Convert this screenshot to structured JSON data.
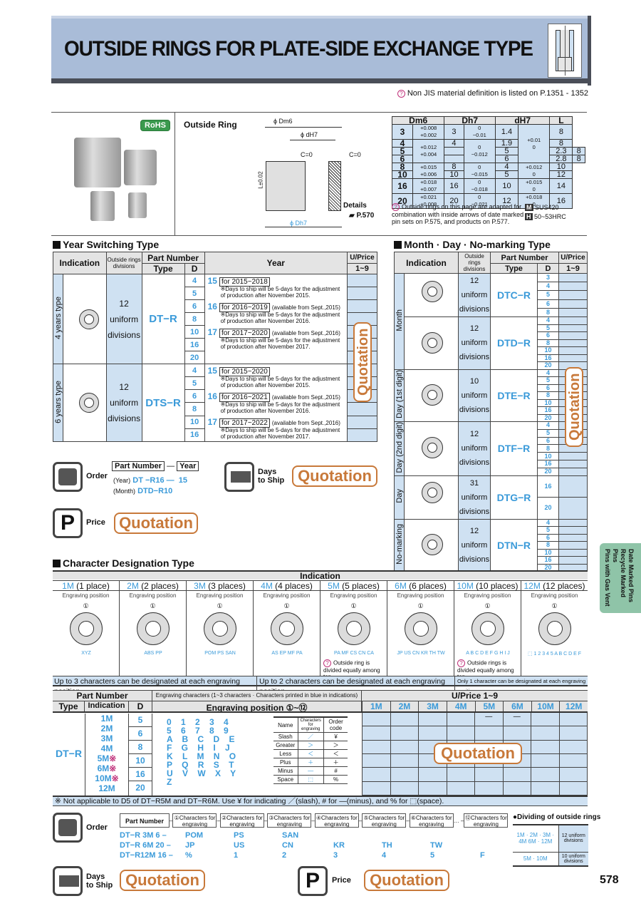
{
  "header": {
    "title": "OUTSIDE RINGS FOR PLATE-SIDE EXCHANGE TYPE",
    "material_note": "Non JIS material definition is listed on P.1351 - 1352"
  },
  "product": {
    "rohs_badge": "RoHS",
    "name": "Outside Ring",
    "diagram_labels": {
      "dm6": "ϕ Dm6",
      "dh7_top": "ϕ dH7",
      "c0_left": "C=0",
      "c0_right": "C=0",
      "length": "L±0.02",
      "dh7_bottom": "ϕ Dh7"
    },
    "details_label": "Details",
    "details_page": "P.570"
  },
  "dimension_table": {
    "headers": [
      "Dm6",
      "Dh7",
      "dH7",
      "L"
    ],
    "rows": [
      {
        "D": "3",
        "Dtol": "+0.008 / +0.002",
        "Dh": "3",
        "Dhtol": "0 / −0.01",
        "d": "1.4",
        "dtol": "+0.01 / 0",
        "L": "8"
      },
      {
        "D": "4",
        "Dtol": "+0.012 / +0.004",
        "Dh": "4",
        "Dhtol": "0 / −0.012",
        "d": "1.9",
        "dtol": "",
        "L": "8"
      },
      {
        "D": "5",
        "Dtol": "",
        "Dh": "5",
        "Dhtol": "",
        "d": "2.3",
        "dtol": "",
        "L": "8"
      },
      {
        "D": "6",
        "Dtol": "",
        "Dh": "6",
        "Dhtol": "",
        "d": "2.8",
        "dtol": "",
        "L": "8"
      },
      {
        "D": "8",
        "Dtol": "+0.015 / +0.006",
        "Dh": "8",
        "Dhtol": "0 / −0.015",
        "d": "4",
        "dtol": "+0.012 / 0",
        "L": "10"
      },
      {
        "D": "10",
        "Dtol": "",
        "Dh": "10",
        "Dhtol": "",
        "d": "5",
        "dtol": "",
        "L": "12"
      },
      {
        "D": "16",
        "Dtol": "+0.018 / +0.007",
        "Dh": "16",
        "Dhtol": "0 / −0.018",
        "d": "10",
        "dtol": "+0.015 / 0",
        "L": "14"
      },
      {
        "D": "20",
        "Dtol": "+0.021 / +0.008",
        "Dh": "20",
        "Dhtol": "0 / −0.021",
        "d": "12",
        "dtol": "+0.018 / 0",
        "L": "16"
      }
    ],
    "note": "Outside rings on this page are adapted for combination with inside arrows of date marked pin sets on P.575, and products on P.577.",
    "material": "SUS420",
    "hardness": "50~53HRC"
  },
  "year_switching": {
    "heading": "Year Switching Type",
    "headers": {
      "indication": "Indication",
      "divisions": "Outside rings divisions",
      "part_number": "Part Number",
      "type": "Type",
      "d": "D",
      "year": "Year",
      "uprice": "U/Price",
      "qty": "1~9"
    },
    "groups": [
      {
        "label": "4 years type",
        "divisions": [
          "12",
          "uniform",
          "divisions"
        ],
        "type": "DT−R",
        "d": [
          "4",
          "5",
          "6",
          "8",
          "10",
          "16",
          "20"
        ],
        "years": [
          {
            "code": "15",
            "range": "for 2015~2018",
            "avail": "",
            "note": "※Days to ship will be 5-days for the adjustment of production after November 2015."
          },
          {
            "code": "16",
            "range": "for 2016~2019",
            "avail": "(available from Sept.,2015)",
            "note": "※Days to ship will be 5-days for the adjustment of production after November 2016."
          },
          {
            "code": "17",
            "range": "for 2017~2020",
            "avail": "(available from Sept.,2016)",
            "note": "※Days to ship will be 5-days for the adjustment of production after November 2017."
          }
        ]
      },
      {
        "label": "6 years type",
        "divisions": [
          "12",
          "uniform",
          "divisions"
        ],
        "type": "DTS−R",
        "d": [
          "4",
          "5",
          "6",
          "8",
          "10",
          "16"
        ],
        "years": [
          {
            "code": "15",
            "range": "for 2015~2020",
            "avail": "",
            "note": "※Days to ship will be 5-days for the adjustment of production after November 2015."
          },
          {
            "code": "16",
            "range": "for 2016~2021",
            "avail": "(available from Sept.,2015)",
            "note": "※Days to ship will be 5-days for the adjustment of production after November 2016."
          },
          {
            "code": "17",
            "range": "for 2017~2022",
            "avail": "(available from Sept.,2016)",
            "note": "※Days to ship will be 5-days for the adjustment of production after November 2017."
          }
        ]
      }
    ],
    "quotation": "Quotation"
  },
  "order_section": {
    "order_label": "Order",
    "pn_box": "Part Number",
    "dash": "—",
    "year_box": "Year",
    "ex1_prefix": "(Year)",
    "ex1": "DT −R16 —  15",
    "ex2_prefix": "(Month)",
    "ex2": "DTD−R10",
    "days_label_1": "Days",
    "days_label_2": "to Ship",
    "days_value": "Quotation",
    "price_label": "Price",
    "price_value": "Quotation"
  },
  "month_day": {
    "heading": "Month · Day · No-marking Type",
    "headers": {
      "indication": "Indication",
      "divisions": "Outside rings divisions",
      "part_number": "Part Number",
      "type": "Type",
      "d": "D",
      "uprice": "U/Price",
      "qty": "1~9"
    },
    "rows": [
      {
        "label": "Month",
        "divisions": "12 uniform divisions",
        "type": "DTC−R",
        "d": [
          "3",
          "4",
          "5",
          "6",
          "8"
        ]
      },
      {
        "label": "",
        "divisions": "12 uniform divisions",
        "type": "DTD−R",
        "d": [
          "4",
          "5",
          "6",
          "8",
          "10",
          "16",
          "20"
        ]
      },
      {
        "label": "Day (1st digit)",
        "divisions": "10 uniform divisions",
        "type": "DTE−R",
        "d": [
          "4",
          "5",
          "6",
          "8",
          "10",
          "16",
          "20"
        ]
      },
      {
        "label": "Day (2nd digit)",
        "divisions": "12 uniform divisions",
        "type": "DTF−R",
        "d": [
          "4",
          "5",
          "6",
          "8",
          "10",
          "16",
          "20"
        ]
      },
      {
        "label": "Day",
        "divisions": "31 uniform divisions",
        "type": "DTG−R",
        "d": [
          "16",
          "20"
        ]
      },
      {
        "label": "No-marking",
        "divisions": "12 uniform divisions",
        "type": "DTN−R",
        "d": [
          "4",
          "5",
          "6",
          "8",
          "10",
          "16",
          "20"
        ]
      }
    ],
    "quotation": "Quotation"
  },
  "side_tab": {
    "lines": [
      "Date Marked Pins",
      "Recycle Marked Pins",
      "Pins with Gas Vent"
    ]
  },
  "character_designation": {
    "heading": "Character Designation Type",
    "indication_header": "Indication",
    "engraving_position": "Engraving position",
    "columns": [
      {
        "code": "1M",
        "places": "(1 place)",
        "chars": [
          "XYZ"
        ]
      },
      {
        "code": "2M",
        "places": "(2 places)",
        "chars": [
          "ABS",
          "PP"
        ]
      },
      {
        "code": "3M",
        "places": "(3 places)",
        "chars": [
          "POM",
          "PS",
          "SAN"
        ]
      },
      {
        "code": "4M",
        "places": "(4 places)",
        "chars": [
          "AS",
          "EP",
          "MF",
          "PA"
        ]
      },
      {
        "code": "5M",
        "places": "(5 places)",
        "chars": [
          "PA",
          "MF",
          "CS",
          "CN",
          "CA"
        ],
        "note": "Outside ring is divided equally among ten."
      },
      {
        "code": "6M",
        "places": "(6 places)",
        "chars": [
          "JP",
          "US",
          "CN",
          "KR",
          "TH",
          "TW"
        ]
      },
      {
        "code": "10M",
        "places": "(10 places)",
        "chars": [
          "A",
          "B",
          "C",
          "D",
          "E",
          "F",
          "G",
          "H",
          "I",
          "J"
        ],
        "note": "Outside rings is divided equally among ten."
      },
      {
        "code": "12M",
        "places": "(12 places)",
        "chars": [
          "⬚",
          "1",
          "2",
          "3",
          "4",
          "5",
          "A",
          "B",
          "C",
          "D",
          "E",
          "F"
        ]
      }
    ],
    "footer": [
      "Up to 3 characters can be designated at each engraving position.",
      "Up to 2 characters can be designated at each engraving position.",
      "Only 1 character can be designated at each engraving position."
    ]
  },
  "engraving_table": {
    "headers": {
      "part_number": "Part Number",
      "type": "Type",
      "indication": "Indication",
      "d": "D",
      "engraving_chars": "Engraving characters (1~3 characters · Characters printed in blue in indications)",
      "engraving_pos": "Engraving position ①~⑫",
      "uprice": "U/Price  1~9"
    },
    "type": "DT−R",
    "indications": [
      "1M",
      "2M",
      "3M",
      "4M",
      "5M※",
      "6M※",
      "10M※",
      "12M"
    ],
    "d": [
      "5",
      "6",
      "8",
      "10",
      "16",
      "20"
    ],
    "char_rows": [
      "0 1 2 3 4",
      "5 6 7 8 9",
      "A B C D E",
      "F G H I J",
      "K L M N O",
      "P Q R S T",
      "U V W X Y",
      "Z"
    ],
    "symbol_headers": [
      "Name",
      "Characters for engraving",
      "Order code"
    ],
    "symbols": [
      {
        "name": "Slash",
        "char": "／",
        "code": "¥"
      },
      {
        "name": "Greater",
        "char": "＞",
        "code": "＞"
      },
      {
        "name": "Less",
        "char": "＜",
        "code": "＜"
      },
      {
        "name": "Plus",
        "char": "＋",
        "code": "＋"
      },
      {
        "name": "Minus",
        "char": "—",
        "code": "#"
      },
      {
        "name": "Space",
        "char": "⬚",
        "code": "%"
      }
    ],
    "price_cols": [
      "1M",
      "2M",
      "3M",
      "4M",
      "5M",
      "6M",
      "10M",
      "12M"
    ],
    "d5_na": "—",
    "quotation": "Quotation",
    "note": "※ Not applicable to D5 of DT−R5M and DT−R6M.  Use ¥ for indicating ／(slash), # for —(minus), and % for ⬚(space)."
  },
  "char_order": {
    "order_label": "Order",
    "headers": [
      "Part Number",
      "①Characters for engraving",
      "②Characters for engraving",
      "③Characters for engraving",
      "④Characters for engraving",
      "⑤Characters for engraving",
      "⑥Characters for engraving",
      "⑫Characters for engraving"
    ],
    "examples": [
      [
        "DT−R 3M 6",
        "POM",
        "PS",
        "SAN",
        "",
        "",
        "",
        ""
      ],
      [
        "DT−R 6M 20",
        "JP",
        "US",
        "CN",
        "KR",
        "TH",
        "TW",
        ""
      ],
      [
        "DT−R12M 16",
        "%",
        "1",
        "2",
        "3",
        "4",
        "5",
        "F"
      ]
    ],
    "days_label_1": "Days",
    "days_label_2": "to Ship",
    "days_value": "Quotation",
    "price_label": "Price",
    "price_value": "Quotation"
  },
  "dividing": {
    "title": "●Dividing of outside rings",
    "rows": [
      {
        "codes": "1M · 2M · 3M · 4M  6M · 12M",
        "value": "12 uniform divisions"
      },
      {
        "codes": "5M · 10M",
        "value": "10 uniform divisions"
      }
    ]
  },
  "page_number": "578"
}
